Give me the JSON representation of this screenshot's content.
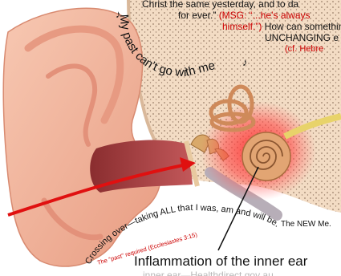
{
  "verse": {
    "line1": "Christ the same yesterday, and to da",
    "line2a": "for ever.” ",
    "line2b": "(MSG: “...he’s always",
    "line3a": "himself.”)",
    "line3b": " How can something",
    "line4": "UNCHANGING e",
    "line5": "(cf. Hebre"
  },
  "song_arc": "My past can’t go with me",
  "crossing_arc": "Crossing over—taking ALL that I was, am and will be.",
  "new_me": "The NEW Me.",
  "past_note": "The “past” required (Ecclesiastes 3:15)",
  "caption": "Inflammation of the inner ear",
  "source": "inner ear—Healthdirect gov au",
  "icons": [
    "music-note-icon",
    "arrow-icon"
  ],
  "colors": {
    "arrow": "#e01010",
    "skin": "#f2b8a0",
    "inflamed": "#ff2a2a"
  }
}
